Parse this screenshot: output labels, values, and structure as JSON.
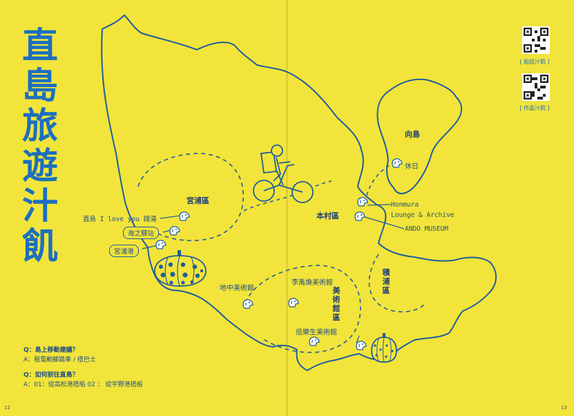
{
  "title_chars": [
    "直",
    "島",
    "旅",
    "遊",
    "汁",
    "飢"
  ],
  "qr": {
    "ship_caption": "[ 船班汁飢 ]",
    "works_caption": "[ 作品汁飢 ]"
  },
  "areas": {
    "miyanoura": "宮浦區",
    "honmura": "本村區",
    "mukaijima": "向島",
    "tsumiura": "積浦區",
    "museum_area": "美術館區"
  },
  "spots": {
    "i_love_you": "直島 I love you 錢湯",
    "umi_no_eki": "海之驛站",
    "miyanoura_port": "宮浦港",
    "kyujitsu": "休日",
    "honmura_lounge_1": "Honmura",
    "honmura_lounge_2": "Lounge & Archive",
    "ando_museum": "ANDO MUSEUM",
    "chichu": "地中美術館",
    "lee_ufan": "李禹煥美術館",
    "benesse": "倍樂生美術館"
  },
  "qa": {
    "q1": "Q：島上移動建議？",
    "a1": "A：租電動腳踏車 / 搭巴士",
    "q2": "Q：如何前往直島？",
    "a2": "A：01：從高松港搭船 02 ： 從宇野港搭船"
  },
  "pages": {
    "left": "12",
    "right": "13"
  },
  "colors": {
    "background": "#f2e43a",
    "ink": "#1e5d9e",
    "title": "#1c6fc0",
    "pumpkin": "#1e5d9e"
  }
}
